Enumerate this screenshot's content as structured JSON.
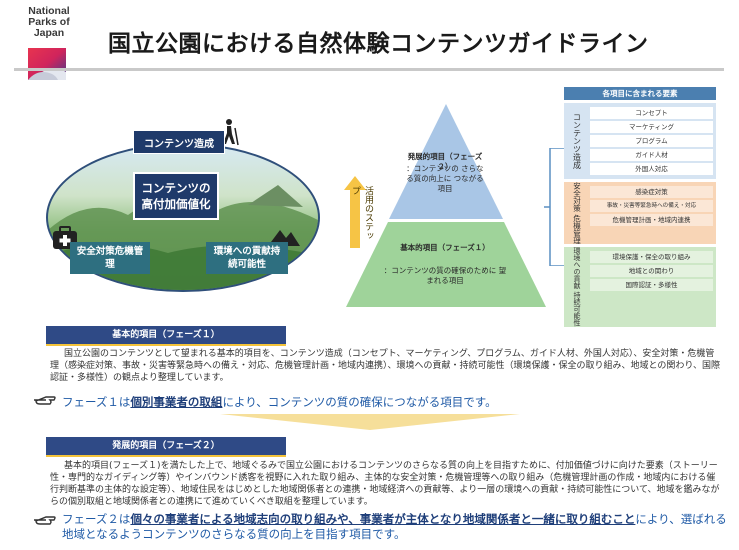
{
  "logo": {
    "text": "National Parks of Japan"
  },
  "title": "国立公園における自然体験コンテンツガイドライン",
  "diagram": {
    "top_box": "コンテンツ造成",
    "center_box": "コンテンツの高付加価値化",
    "left_box": "安全対策危機管理",
    "right_box": "環境への貢献持続可能性"
  },
  "pyramid": {
    "arrow_label": "活用のステップ",
    "top_title": "発展的項目（フェーズ２）",
    "top_desc": "：コンテンツの さらなる質の向上に つながる項目",
    "bottom_title": "基本的項目（フェーズ１）",
    "bottom_desc": "：コンテンツの質の確保のために 望まれる項目"
  },
  "table": {
    "header": "各項目に含まれる要素",
    "groups": [
      {
        "category": "コンテンツ造成",
        "items": [
          "コンセプト",
          "マーケティング",
          "プログラム",
          "ガイド人材",
          "外国人対応"
        ]
      },
      {
        "category": "安全対策 危機管理",
        "items": [
          "感染症対策",
          "事故・災害等緊急時への備え・対応",
          "危機管理計画・地域内連携"
        ]
      },
      {
        "category": "環境への貢献 持続可能性",
        "items": [
          "環境保護・保全の取り組み",
          "地域との関わり",
          "国際認証・多様性"
        ]
      }
    ]
  },
  "section1": {
    "heading": "基本的項目（フェーズ１）",
    "paragraph": "国立公園のコンテンツとして望まれる基本的項目を、コンテンツ造成（コンセプト、マーケティング、プログラム、ガイド人材、外国人対応）、安全対策・危機管理（感染症対策、事故・災害等緊急時への備え・対応、危機管理計画・地域内連携）、環境への貢献・持続可能性（環境保護・保全の取り組み、地域との関わり、国際認証・多様性）の観点より整理しています。",
    "callout_pre": "フェーズ１は",
    "callout_bold": "個別事業者の取組",
    "callout_post": "により、コンテンツの質の確保につながる項目です。"
  },
  "section2": {
    "heading": "発展的項目（フェーズ２）",
    "paragraph": "基本的項目(フェーズ１)を満たした上で、地域ぐるみで国立公園におけるコンテンツのさらなる質の向上を目指すために、付加価値づけに向けた要素（ストーリー性・専門的なガイディング等）やインバウンド誘客を視野に入れた取り組み、主体的な安全対策・危機管理等への取り組み（危機管理計画の作成・地域内における催行判断基準の主体的な設定等）、地域住民をはじめとした地域関係者との連携・地域経済への貢献等、より一層の環境への貢献・持続可能性について、地域を鑑みながらの個別取組と地域関係者との連携にて進めていくべき取組を整理しています。",
    "callout_pre": "フェーズ２は",
    "callout_bold": "個々の事業者による地域志向の取り組みや、事業者が主体となり地域関係者と一緒に取り組むこと",
    "callout_post": "により、選ばれる地域となるようコンテンツのさらなる質の向上を目指す項目です。"
  },
  "colors": {
    "navy": "#1f3a6a",
    "teal": "#2e6f80",
    "accent": "#f4c33a",
    "callout": "#1f5aa6"
  }
}
